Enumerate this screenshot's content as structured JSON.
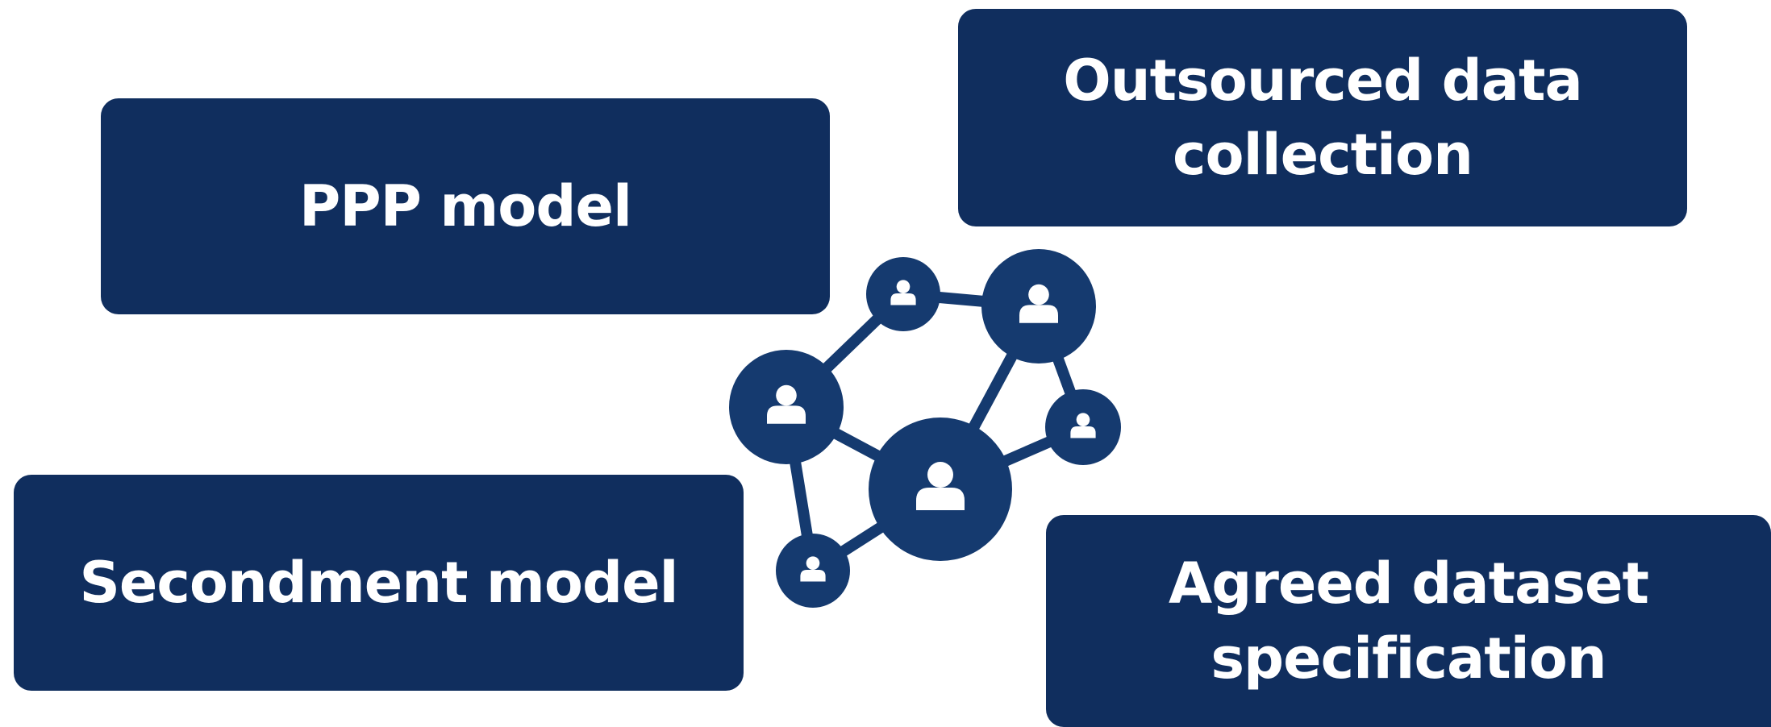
{
  "boxes": {
    "ppp_model": "PPP model",
    "outsourced": "Outsourced data\ncollection",
    "secondment": "Secondment model",
    "agreed": "Agreed dataset\nspecification"
  },
  "icon": "people-network-icon",
  "colors": {
    "box_fill": "#102e5e",
    "network_fill": "#153a6f",
    "text": "#ffffff",
    "background": "#ffffff"
  }
}
